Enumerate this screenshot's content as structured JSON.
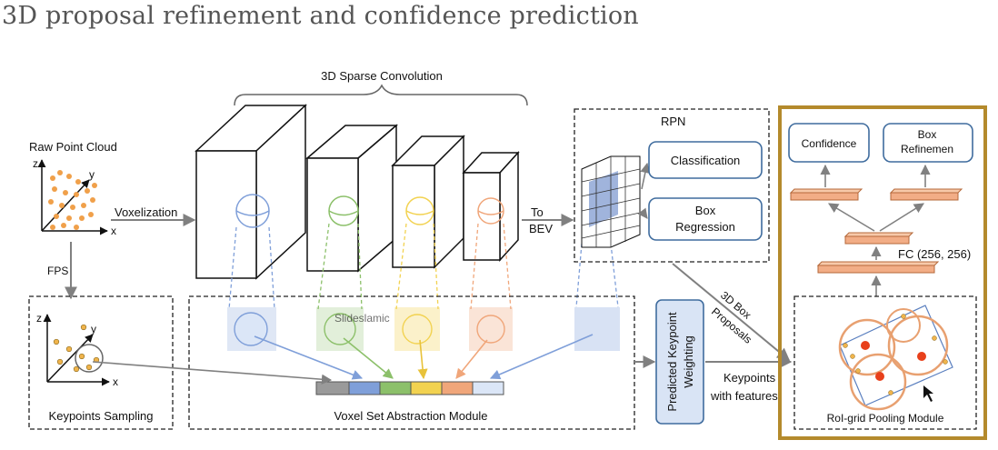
{
  "title": "3D proposal refinement and confidence prediction",
  "labels": {
    "sparse_conv": "3D Sparse Convolution",
    "raw_point_cloud": "Raw Point Cloud",
    "voxelization": "Voxelization",
    "fps": "FPS",
    "to": "To",
    "bev": "BEV",
    "rpn": "RPN",
    "classification": "Classification",
    "box": "Box",
    "regression": "Regression",
    "proposals_line1": "3D Box",
    "proposals_line2": "Proposals",
    "keypoints_sampling": "Keypoints Sampling",
    "vsa_module": "Voxel Set Abstraction Module",
    "pkw_line1": "Predicted Keypoint",
    "pkw_line2": "Weighting",
    "keypoints_line1": "Keypoints",
    "keypoints_line2": "with features",
    "roi_pooling": "RoI-grid Pooling Module",
    "confidence": "Confidence",
    "box_refine_line1": "Box",
    "box_refine_line2": "Refinemen",
    "fc": "FC (256, 256)",
    "watermark": "Slideslamic",
    "axis_x": "x",
    "axis_y": "y",
    "axis_z": "z"
  },
  "colors": {
    "blue": "#7f9fd9",
    "green": "#8cc06a",
    "yellow": "#f2d250",
    "orange": "#f0a67a",
    "gray": "#9a9a9a",
    "highlight_border": "#b48a2c",
    "box_border": "#3f6c9e",
    "fc_fill": "#f2ad86",
    "keypoint_fill": "#f0b44c",
    "red_point": "#e8401b"
  }
}
